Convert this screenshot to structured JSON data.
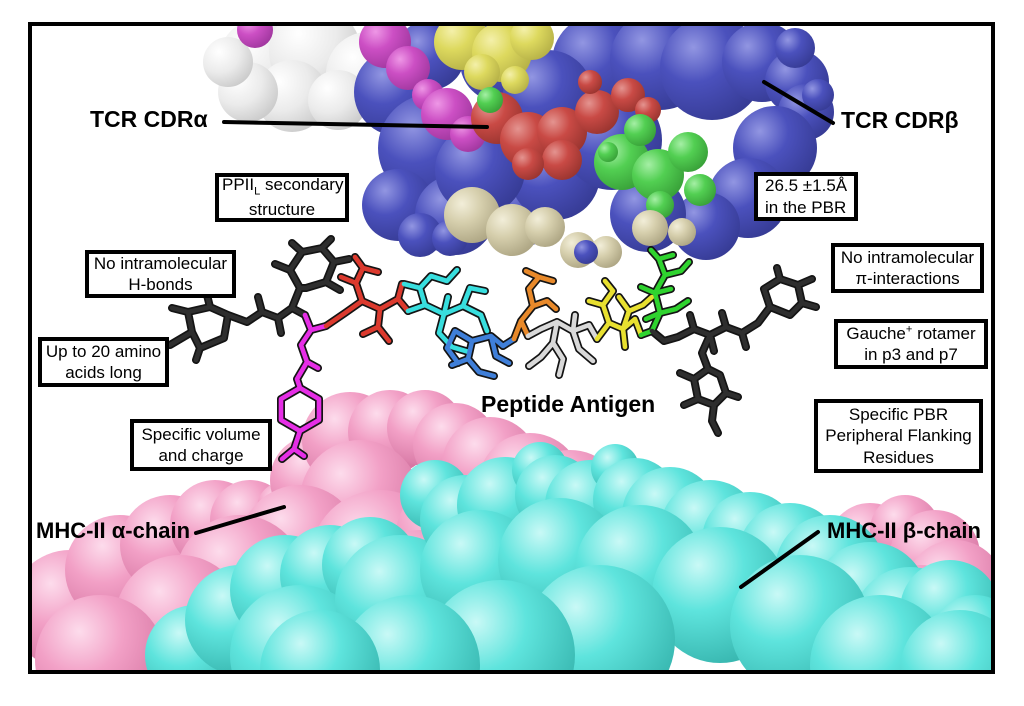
{
  "figure": {
    "description": "TCR - peptide antigen - MHC-II complex schematic",
    "background": "#ffffff",
    "frame_color": "#000000"
  },
  "labels": {
    "tcr_cdr_alpha": "TCR CDRα",
    "tcr_cdr_beta": "TCR CDRβ",
    "peptide_antigen": "Peptide Antigen",
    "mhc_alpha": "MHC-II α-chain",
    "mhc_beta": "MHC-II β-chain"
  },
  "callouts": {
    "ppii": {
      "l1a": "PPII",
      "l1b": "L",
      "l1c": " secondary",
      "l2": "structure"
    },
    "pbr_distance": {
      "l1": "26.5 ±1.5Å",
      "l2": "in the PBR"
    },
    "no_hbonds": {
      "l1": "No intramolecular",
      "l2": "H-bonds"
    },
    "no_pi": {
      "l1": "No intramolecular",
      "l2": "π-interactions"
    },
    "amino_length": {
      "l1": "Up to 20 amino",
      "l2": "acids long"
    },
    "gauche": {
      "l1a": "Gauche",
      "l1b": "+",
      "l1c": " rotamer",
      "l2": "in p3 and p7"
    },
    "volume_charge": {
      "l1": "Specific volume",
      "l2": "and charge"
    },
    "pbr_flanking": {
      "l1": "Specific PBR",
      "l2": "Peripheral Flanking",
      "l3": "Residues"
    }
  },
  "colors": {
    "tcr_blue": "#4b51bd",
    "tcr_white": "#ebebeb",
    "tcr_magenta": "#cc4fc4",
    "tcr_yellow": "#ddd95e",
    "tcr_red": "#c94a45",
    "tcr_green": "#52cf52",
    "tcr_tan": "#d6cfad",
    "mhc_alpha_pink": "#f2a0c6",
    "mhc_beta_cyan": "#5ee4dd",
    "peptide_black": "#2a2a2a",
    "peptide_magenta": "#e62ee6",
    "peptide_red": "#dc3a2e",
    "peptide_cyan": "#38dede",
    "peptide_blue": "#3f7fd9",
    "peptide_orange": "#e8892a",
    "peptide_white": "#d9d9d9",
    "peptide_yellow": "#e8e030",
    "peptide_green": "#2fd32f"
  }
}
